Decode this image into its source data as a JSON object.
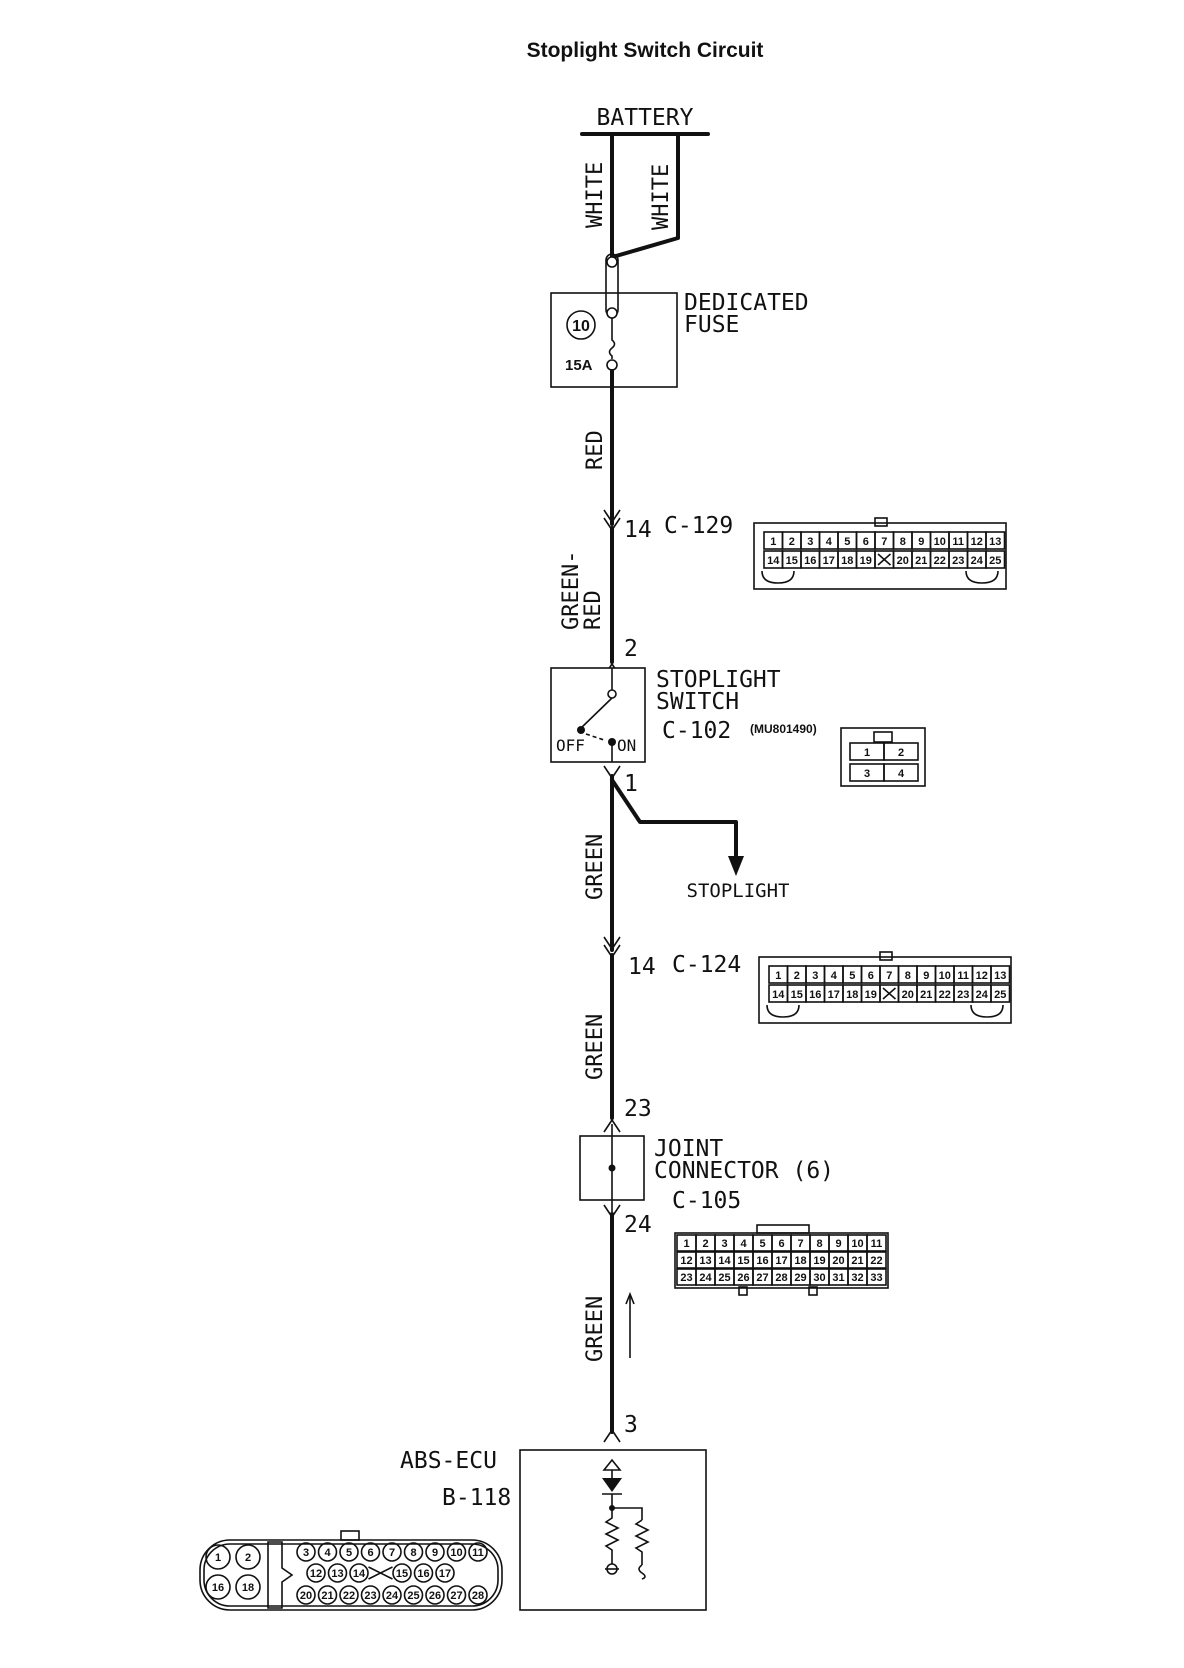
{
  "title": "Stoplight  Switch Circuit",
  "battery": {
    "label": "BATTERY",
    "wire_left": "WHITE",
    "wire_right": "WHITE"
  },
  "fuse": {
    "line1": "DEDICATED",
    "line2": "FUSE",
    "number": "10",
    "rating": "15A"
  },
  "wire_red": "RED",
  "c129": {
    "pin": "14",
    "label": "C-129",
    "row1": [
      "1",
      "2",
      "3",
      "4",
      "5",
      "6",
      "7",
      "8",
      "9",
      "10",
      "11",
      "12",
      "13"
    ],
    "row2": [
      "14",
      "15",
      "16",
      "17",
      "18",
      "19",
      "",
      "20",
      "21",
      "22",
      "23",
      "24",
      "25"
    ]
  },
  "wire_green_red": {
    "line1": "GREEN-",
    "line2": "RED"
  },
  "switch": {
    "pin_top": "2",
    "pin_bottom": "1",
    "line1": "STOPLIGHT",
    "line2": "SWITCH",
    "label": "C-102",
    "part": "(MU801490)",
    "off": "OFF",
    "on": "ON",
    "conn_pins": [
      "1",
      "2",
      "3",
      "4"
    ]
  },
  "stoplight": "STOPLIGHT",
  "wire_green": "GREEN",
  "c124": {
    "pin": "14",
    "label": "C-124",
    "row1": [
      "1",
      "2",
      "3",
      "4",
      "5",
      "6",
      "7",
      "8",
      "9",
      "10",
      "11",
      "12",
      "13"
    ],
    "row2": [
      "14",
      "15",
      "16",
      "17",
      "18",
      "19",
      "",
      "20",
      "21",
      "22",
      "23",
      "24",
      "25"
    ]
  },
  "joint": {
    "pin_top": "23",
    "pin_bottom": "24",
    "line1": "JOINT",
    "line2": "CONNECTOR (6)",
    "label": "C-105",
    "rows": [
      [
        "1",
        "2",
        "3",
        "4",
        "5",
        "6",
        "7",
        "8",
        "9",
        "10",
        "11"
      ],
      [
        "12",
        "13",
        "14",
        "15",
        "16",
        "17",
        "18",
        "19",
        "20",
        "21",
        "22"
      ],
      [
        "23",
        "24",
        "25",
        "26",
        "27",
        "28",
        "29",
        "30",
        "31",
        "32",
        "33"
      ]
    ]
  },
  "ecu": {
    "pin": "3",
    "line1": "ABS-ECU",
    "label": "B-118",
    "left_pins": [
      "1",
      "2",
      "16",
      "18"
    ],
    "row1": [
      "3",
      "4",
      "5",
      "6",
      "7",
      "8",
      "9",
      "10",
      "11"
    ],
    "row2": [
      "12",
      "13",
      "14",
      "",
      "15",
      "16",
      "17"
    ],
    "row3": [
      "20",
      "21",
      "22",
      "23",
      "24",
      "25",
      "26",
      "27",
      "28"
    ]
  }
}
